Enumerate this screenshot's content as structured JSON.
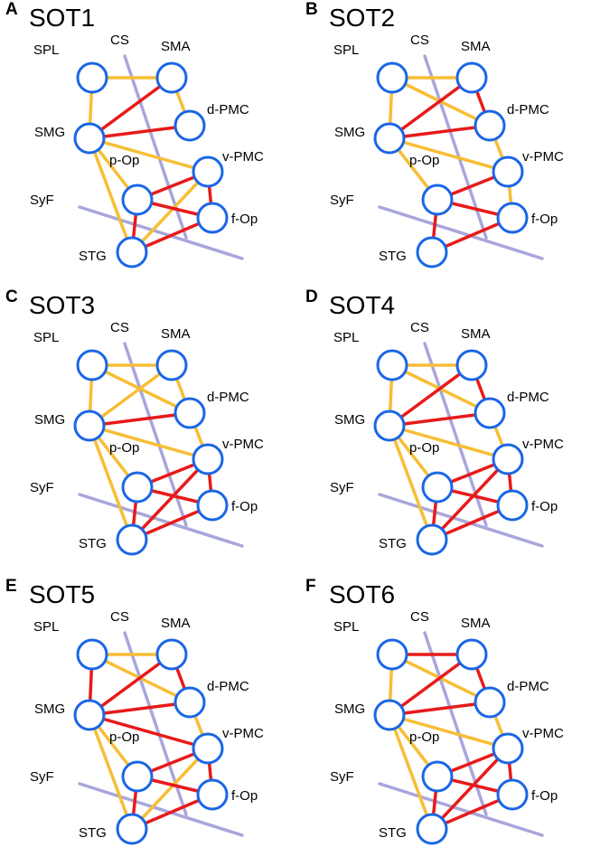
{
  "colors": {
    "node_stroke": "#1a66e6",
    "node_fill": "#ffffff",
    "strong_edge": "#e81a1a",
    "weak_edge": "#f7be35",
    "sulcus": "#a8a6dc"
  },
  "labels": {
    "SPL": "SPL",
    "CS": "CS",
    "SMA": "SMA",
    "dPMC": "d-PMC",
    "SMG": "SMG",
    "pOp": "p-Op",
    "vPMC": "v-PMC",
    "SyF": "SyF",
    "fOp": "f-Op",
    "STG": "STG"
  },
  "panels": [
    {
      "letter": "A",
      "title": "SOT1",
      "edges": [
        [
          "SPL",
          "SMA",
          "weak"
        ],
        [
          "SPL",
          "SMG",
          "weak"
        ],
        [
          "SMG",
          "SMA",
          "strong"
        ],
        [
          "SMG",
          "dPMC",
          "strong"
        ],
        [
          "SMG",
          "vPMC",
          "weak"
        ],
        [
          "SMG",
          "pOp",
          "weak"
        ],
        [
          "SMG",
          "STG",
          "weak"
        ],
        [
          "SMA",
          "dPMC",
          "weak"
        ],
        [
          "pOp",
          "vPMC",
          "strong"
        ],
        [
          "pOp",
          "fOp",
          "strong"
        ],
        [
          "pOp",
          "STG",
          "strong"
        ],
        [
          "vPMC",
          "fOp",
          "strong"
        ],
        [
          "vPMC",
          "STG",
          "weak"
        ],
        [
          "fOp",
          "STG",
          "strong"
        ]
      ]
    },
    {
      "letter": "B",
      "title": "SOT2",
      "edges": [
        [
          "SPL",
          "SMA",
          "weak"
        ],
        [
          "SPL",
          "SMG",
          "weak"
        ],
        [
          "SPL",
          "dPMC",
          "weak"
        ],
        [
          "SMG",
          "SMA",
          "strong"
        ],
        [
          "SMG",
          "dPMC",
          "strong"
        ],
        [
          "SMG",
          "vPMC",
          "weak"
        ],
        [
          "SMG",
          "pOp",
          "weak"
        ],
        [
          "SMA",
          "dPMC",
          "strong"
        ],
        [
          "dPMC",
          "vPMC",
          "weak"
        ],
        [
          "pOp",
          "vPMC",
          "strong"
        ],
        [
          "pOp",
          "fOp",
          "strong"
        ],
        [
          "pOp",
          "STG",
          "strong"
        ],
        [
          "vPMC",
          "fOp",
          "weak"
        ],
        [
          "fOp",
          "STG",
          "strong"
        ]
      ]
    },
    {
      "letter": "C",
      "title": "SOT3",
      "edges": [
        [
          "SPL",
          "SMA",
          "weak"
        ],
        [
          "SPL",
          "SMG",
          "weak"
        ],
        [
          "SPL",
          "dPMC",
          "weak"
        ],
        [
          "SMG",
          "SMA",
          "weak"
        ],
        [
          "SMG",
          "dPMC",
          "strong"
        ],
        [
          "SMG",
          "vPMC",
          "weak"
        ],
        [
          "SMG",
          "pOp",
          "weak"
        ],
        [
          "SMG",
          "STG",
          "weak"
        ],
        [
          "SMA",
          "dPMC",
          "weak"
        ],
        [
          "dPMC",
          "vPMC",
          "weak"
        ],
        [
          "pOp",
          "vPMC",
          "strong"
        ],
        [
          "pOp",
          "fOp",
          "strong"
        ],
        [
          "pOp",
          "STG",
          "strong"
        ],
        [
          "vPMC",
          "fOp",
          "strong"
        ],
        [
          "vPMC",
          "STG",
          "strong"
        ],
        [
          "fOp",
          "STG",
          "strong"
        ]
      ]
    },
    {
      "letter": "D",
      "title": "SOT4",
      "edges": [
        [
          "SPL",
          "SMA",
          "weak"
        ],
        [
          "SPL",
          "SMG",
          "weak"
        ],
        [
          "SPL",
          "dPMC",
          "weak"
        ],
        [
          "SMG",
          "SMA",
          "strong"
        ],
        [
          "SMG",
          "dPMC",
          "strong"
        ],
        [
          "SMG",
          "vPMC",
          "weak"
        ],
        [
          "SMG",
          "pOp",
          "weak"
        ],
        [
          "SMG",
          "STG",
          "weak"
        ],
        [
          "SMA",
          "dPMC",
          "strong"
        ],
        [
          "dPMC",
          "vPMC",
          "weak"
        ],
        [
          "pOp",
          "vPMC",
          "strong"
        ],
        [
          "pOp",
          "fOp",
          "strong"
        ],
        [
          "pOp",
          "STG",
          "strong"
        ],
        [
          "vPMC",
          "fOp",
          "strong"
        ],
        [
          "vPMC",
          "STG",
          "strong"
        ],
        [
          "fOp",
          "STG",
          "strong"
        ]
      ]
    },
    {
      "letter": "E",
      "title": "SOT5",
      "edges": [
        [
          "SPL",
          "SMA",
          "weak"
        ],
        [
          "SPL",
          "SMG",
          "strong"
        ],
        [
          "SPL",
          "dPMC",
          "weak"
        ],
        [
          "SMG",
          "SMA",
          "strong"
        ],
        [
          "SMG",
          "dPMC",
          "strong"
        ],
        [
          "SMG",
          "vPMC",
          "strong"
        ],
        [
          "SMG",
          "pOp",
          "weak"
        ],
        [
          "SMG",
          "STG",
          "weak"
        ],
        [
          "SMA",
          "dPMC",
          "strong"
        ],
        [
          "dPMC",
          "vPMC",
          "weak"
        ],
        [
          "pOp",
          "vPMC",
          "strong"
        ],
        [
          "pOp",
          "fOp",
          "strong"
        ],
        [
          "pOp",
          "STG",
          "strong"
        ],
        [
          "vPMC",
          "fOp",
          "strong"
        ],
        [
          "vPMC",
          "STG",
          "weak"
        ],
        [
          "fOp",
          "STG",
          "strong"
        ]
      ]
    },
    {
      "letter": "F",
      "title": "SOT6",
      "edges": [
        [
          "SPL",
          "SMA",
          "strong"
        ],
        [
          "SPL",
          "SMG",
          "weak"
        ],
        [
          "SPL",
          "dPMC",
          "weak"
        ],
        [
          "SMG",
          "SMA",
          "strong"
        ],
        [
          "SMG",
          "dPMC",
          "strong"
        ],
        [
          "SMG",
          "vPMC",
          "weak"
        ],
        [
          "SMG",
          "pOp",
          "weak"
        ],
        [
          "SMG",
          "STG",
          "weak"
        ],
        [
          "SMA",
          "dPMC",
          "strong"
        ],
        [
          "dPMC",
          "vPMC",
          "weak"
        ],
        [
          "pOp",
          "vPMC",
          "strong"
        ],
        [
          "pOp",
          "fOp",
          "strong"
        ],
        [
          "pOp",
          "STG",
          "strong"
        ],
        [
          "vPMC",
          "fOp",
          "strong"
        ],
        [
          "vPMC",
          "STG",
          "strong"
        ],
        [
          "fOp",
          "STG",
          "strong"
        ]
      ]
    }
  ]
}
